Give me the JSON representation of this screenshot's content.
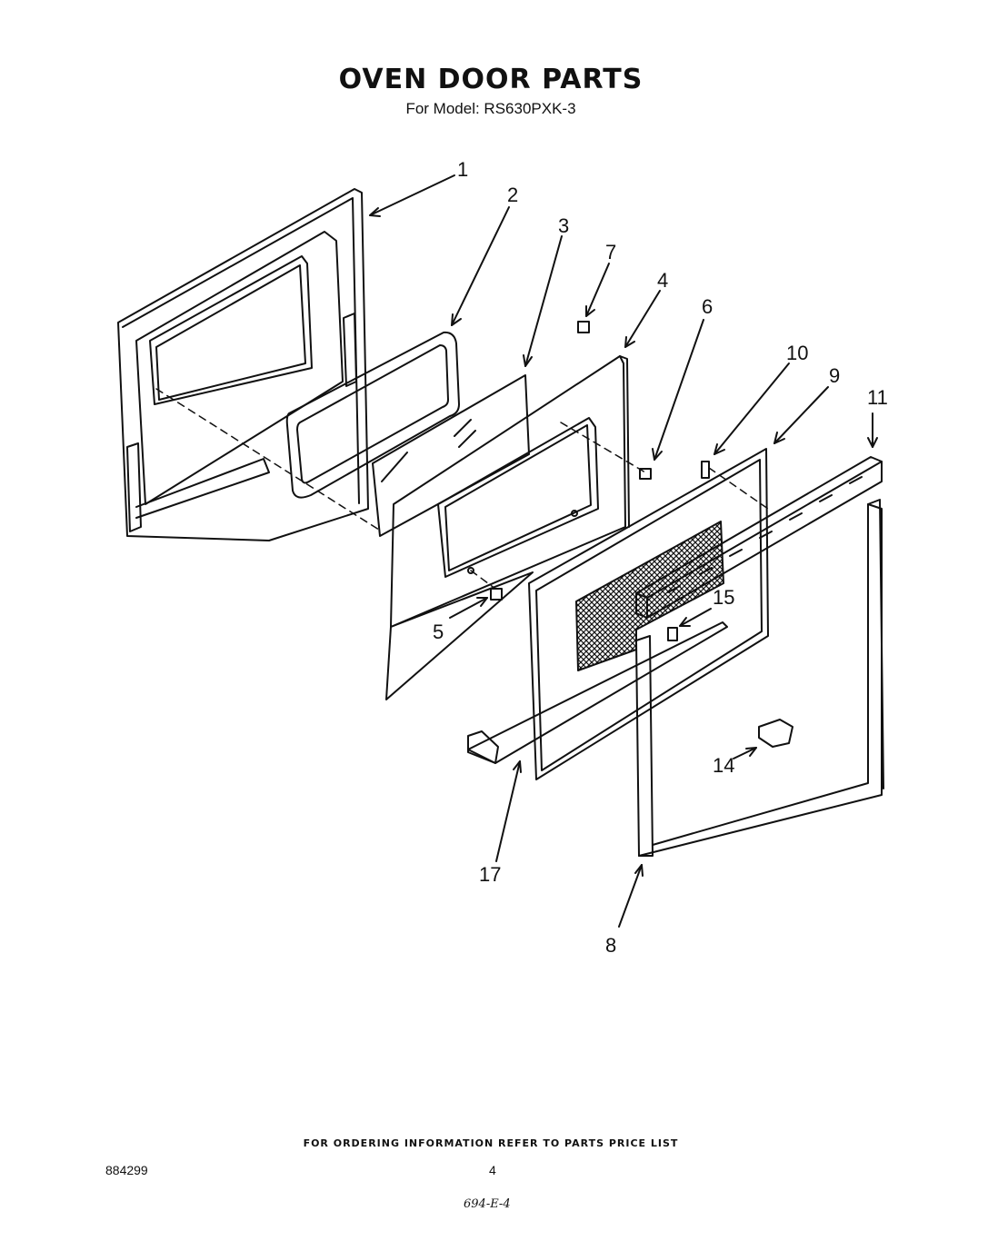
{
  "header": {
    "title": "OVEN DOOR PARTS",
    "subtitle": "For Model: RS630PXK-3"
  },
  "callouts": [
    "1",
    "2",
    "3",
    "7",
    "4",
    "6",
    "10",
    "9",
    "11",
    "5",
    "15",
    "14",
    "17",
    "8"
  ],
  "footer": {
    "note": "FOR ORDERING INFORMATION REFER TO PARTS PRICE LIST",
    "doc_number": "884299",
    "page_number": "4",
    "handwritten_code": "694-E-4"
  }
}
